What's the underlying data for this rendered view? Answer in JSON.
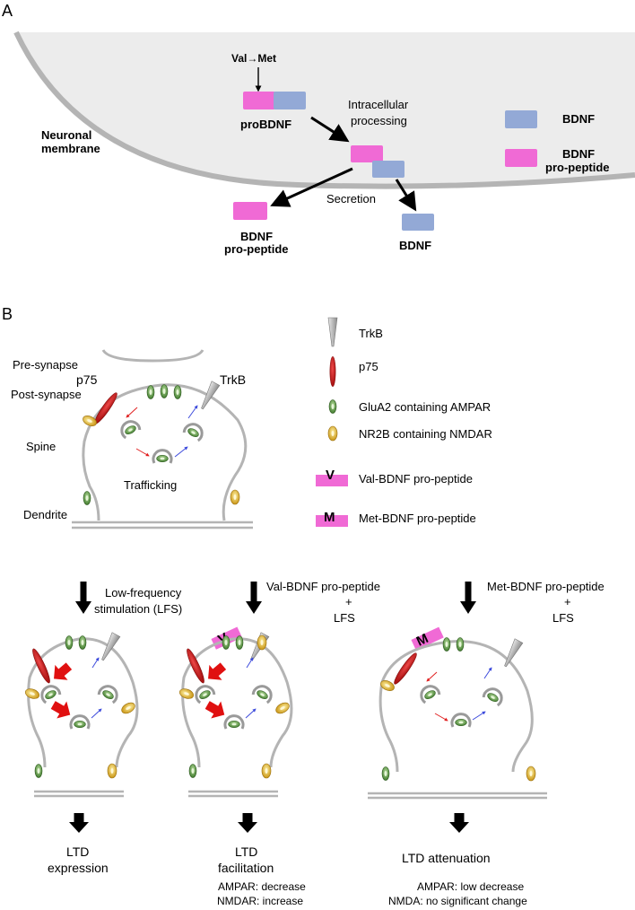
{
  "panel_a": {
    "letter": "A",
    "membrane_label": [
      "Neuronal",
      "membrane"
    ],
    "mutation_label": "Val→Met",
    "probdnf_label": "proBDNF",
    "processing_label": [
      "Intracellular",
      "processing"
    ],
    "secretion_label": "Secretion",
    "out_propeptide_label": [
      "BDNF",
      "pro-peptide"
    ],
    "out_bdnf_label": "BDNF",
    "legend": [
      {
        "label": [
          "BDNF"
        ],
        "color": "#93a9d6"
      },
      {
        "label": [
          "BDNF",
          "pro-peptide"
        ],
        "color": "#f06ad5"
      }
    ]
  },
  "panel_b": {
    "letter": "B",
    "labels": {
      "pre_synapse": "Pre-synapse",
      "p75": "p75",
      "post_synapse": "Post-synapse",
      "trkb": "TrkB",
      "spine": "Spine",
      "trafficking": "Trafficking",
      "dendrite": "Dendrite"
    },
    "legend": [
      {
        "icon": "trkb-icon",
        "label": "TrkB"
      },
      {
        "icon": "p75-icon",
        "label": "p75"
      },
      {
        "icon": "ampar-icon",
        "label": "GluA2 containing AMPAR"
      },
      {
        "icon": "nmdar-icon",
        "label": "NR2B containing NMDAR"
      },
      {
        "icon": "val-propeptide-icon",
        "glyph": "V",
        "label": "Val-BDNF pro-peptide"
      },
      {
        "icon": "met-propeptide-icon",
        "glyph": "M",
        "label": "Met-BDNF pro-peptide"
      }
    ],
    "conditions": [
      {
        "stim": [
          "Low-frequency",
          "stimulation (LFS)"
        ],
        "result": [
          "LTD",
          "expression"
        ],
        "details": []
      },
      {
        "stim": [
          "Val-BDNF pro-peptide",
          "+",
          "LFS"
        ],
        "result": [
          "LTD",
          "facilitation"
        ],
        "details": [
          "AMPAR: decrease",
          "NMDAR: increase"
        ]
      },
      {
        "stim": [
          "Met-BDNF pro-peptide",
          "+",
          "LFS"
        ],
        "result": [
          "LTD attenuation"
        ],
        "details": [
          "AMPAR: low decrease",
          "NMDA: no significant change"
        ]
      }
    ],
    "colors": {
      "ampar": "#4f8a3a",
      "nmdar": "#d9a61a",
      "p75": "#c41818",
      "trkb": "#b5b5b5",
      "membrane": "#b4b4b4",
      "propeptide": "#f06ad5",
      "bdnf": "#93a9d6"
    }
  }
}
